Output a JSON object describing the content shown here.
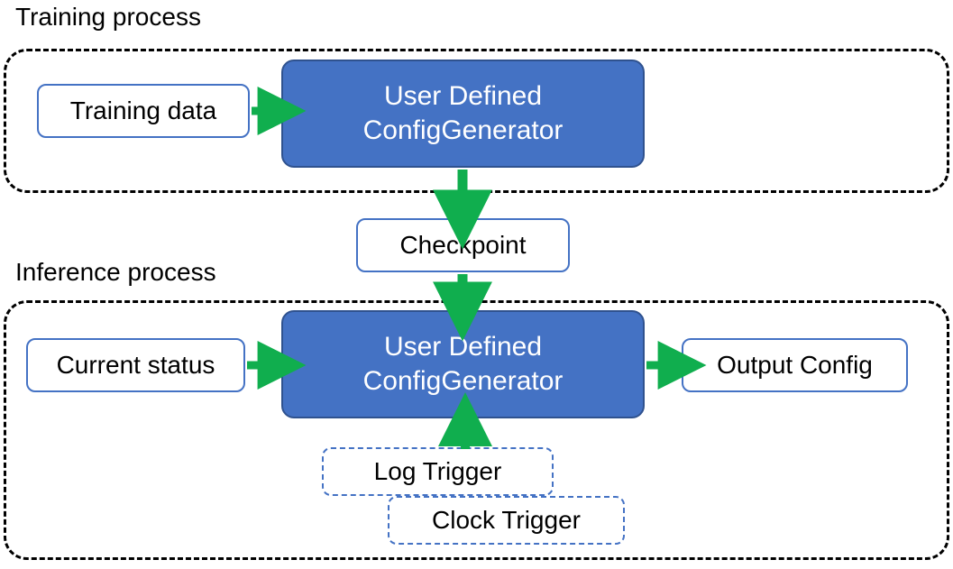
{
  "diagram": {
    "title_training": "Training process",
    "title_inference": "Inference process",
    "colors": {
      "process_fill": "#4472C4",
      "process_stroke": "#2F528F",
      "plain_stroke": "#4472C4",
      "container_stroke": "#000000",
      "arrow": "#10AE4E",
      "text_dark": "#000000",
      "text_light": "#FFFFFF",
      "background": "#FFFFFF"
    },
    "training": {
      "input_label": "Training data",
      "processor_line1": "User Defined",
      "processor_line2": "ConfigGenerator"
    },
    "checkpoint_label": "Checkpoint",
    "inference": {
      "input_label": "Current status",
      "processor_line1": "User Defined",
      "processor_line2": "ConfigGenerator",
      "output_label": "Output Config",
      "trigger_log_label": "Log Trigger",
      "trigger_clock_label": "Clock Trigger"
    },
    "arrows": [
      {
        "name": "training-data-to-generator",
        "direction": "right"
      },
      {
        "name": "generator-to-checkpoint",
        "direction": "down"
      },
      {
        "name": "checkpoint-to-inference-generator",
        "direction": "down"
      },
      {
        "name": "current-status-to-generator",
        "direction": "right"
      },
      {
        "name": "generator-to-output-config",
        "direction": "right"
      },
      {
        "name": "trigger-to-generator",
        "direction": "up"
      }
    ]
  }
}
